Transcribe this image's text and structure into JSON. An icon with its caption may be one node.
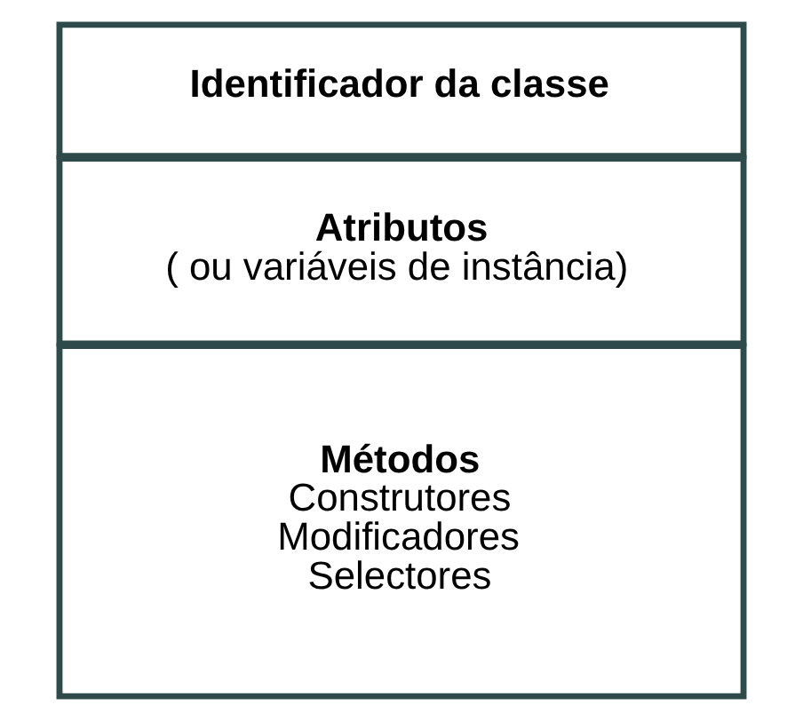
{
  "diagram": {
    "nodes": [
      {
        "text": [
          "Identificador da classe"
        ]
      },
      {
        "text": [
          "Atributos",
          "( ou variáveis de instância)"
        ]
      },
      {
        "text": [
          "Métodos",
          "Construtores",
          "Modificadores",
          "Selectores"
        ]
      }
    ]
  }
}
